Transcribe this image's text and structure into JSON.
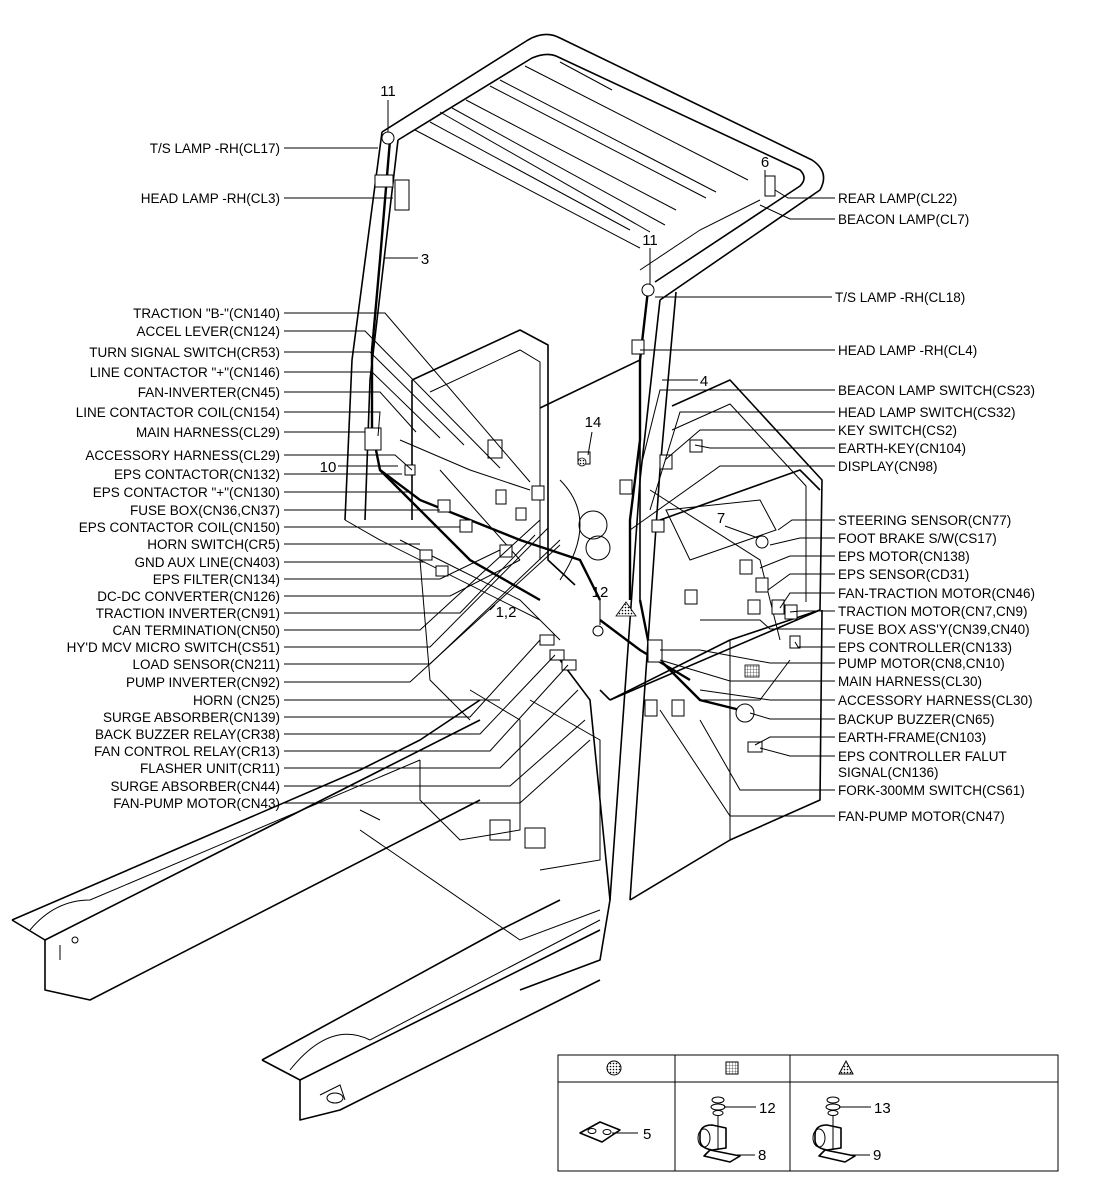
{
  "left_labels": [
    "T/S LAMP -RH(CL17)",
    "HEAD LAMP -RH(CL3)",
    "TRACTION \"B-\"(CN140)",
    "ACCEL LEVER(CN124)",
    "TURN SIGNAL SWITCH(CR53)",
    "LINE CONTACTOR \"+\"(CN146)",
    "FAN-INVERTER(CN45)",
    "LINE CONTACTOR COIL(CN154)",
    "MAIN HARNESS(CL29)",
    "ACCESSORY HARNESS(CL29)",
    "EPS CONTACTOR(CN132)",
    "EPS CONTACTOR \"+\"(CN130)",
    "FUSE BOX(CN36,CN37)",
    "EPS CONTACTOR COIL(CN150)",
    "HORN SWITCH(CR5)",
    "GND AUX LINE(CN403)",
    "EPS FILTER(CN134)",
    "DC-DC CONVERTER(CN126)",
    "TRACTION INVERTER(CN91)",
    "CAN TERMINATION(CN50)",
    "HY'D MCV MICRO SWITCH(CS51)",
    "LOAD SENSOR(CN211)",
    "PUMP INVERTER(CN92)",
    "HORN (CN25)",
    "SURGE ABSORBER(CN139)",
    "BACK BUZZER RELAY(CR38)",
    "FAN CONTROL RELAY(CR13)",
    "FLASHER UNIT(CR11)",
    "SURGE ABSORBER(CN44)",
    "FAN-PUMP MOTOR(CN43)"
  ],
  "right_labels": [
    "REAR LAMP(CL22)",
    "BEACON LAMP(CL7)",
    "T/S LAMP -RH(CL18)",
    "HEAD LAMP -RH(CL4)",
    "BEACON LAMP SWITCH(CS23)",
    "HEAD LAMP SWITCH(CS32)",
    "KEY SWITCH(CS2)",
    "EARTH-KEY(CN104)",
    "DISPLAY(CN98)",
    "STEERING SENSOR(CN77)",
    "FOOT BRAKE S/W(CS17)",
    "EPS MOTOR(CN138)",
    "EPS SENSOR(CD31)",
    "FAN-TRACTION MOTOR(CN46)",
    "TRACTION MOTOR(CN7,CN9)",
    "FUSE BOX ASS'Y(CN39,CN40)",
    "EPS CONTROLLER(CN133)",
    "PUMP MOTOR(CN8,CN10)",
    "MAIN HARNESS(CL30)",
    "ACCESSORY HARNESS(CL30)",
    "BACKUP BUZZER(CN65)",
    "EARTH-FRAME(CN103)",
    "EPS CONTROLLER FALUT",
    "SIGNAL(CN136)",
    "FORK-300MM SWITCH(CS61)",
    "FAN-PUMP MOTOR(CN47)"
  ],
  "callouts": [
    "11",
    "11",
    "6",
    "3",
    "4",
    "14",
    "10",
    "7",
    "12",
    "1,2"
  ],
  "legend": {
    "symbols": [
      "circle-hatch",
      "square-hatch",
      "triangle-hatch"
    ],
    "part_numbers": [
      "5",
      "12",
      "8",
      "13",
      "9"
    ]
  }
}
